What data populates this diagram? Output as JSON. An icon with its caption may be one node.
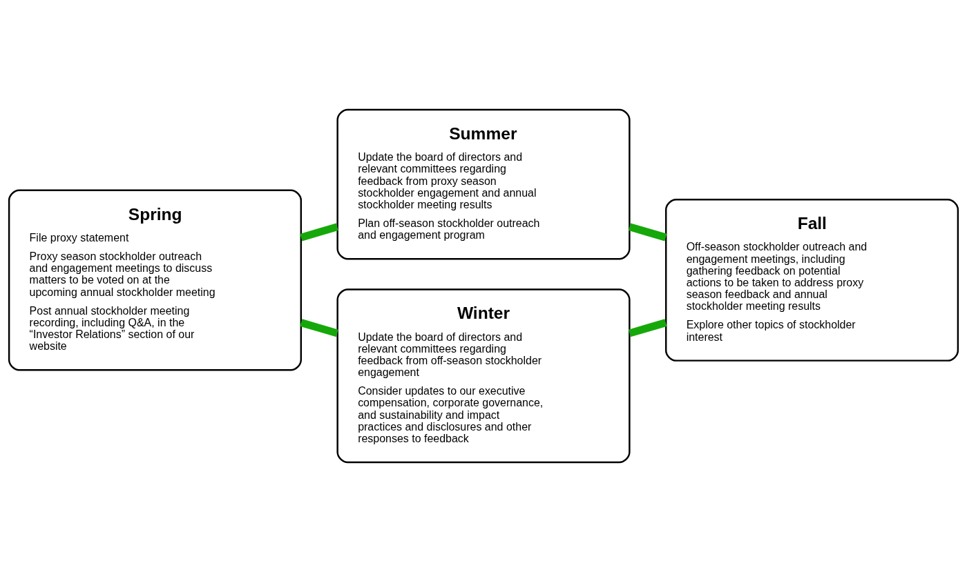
{
  "diagram": {
    "nodes": [
      {
        "text": [
          "Summer",
          "Update the board of directors and relevant committees regarding feedback from proxy season stockholder engagement and annual stockholder meeting results",
          "Plan off-season stockholder outreach and engagement program"
        ]
      },
      {
        "text": [
          "Spring",
          "File proxy statement",
          "Proxy season stockholder outreach and engagement meetings to discuss matters to be voted on at the upcoming annual stockholder meeting",
          "Post annual stockholder meeting recording, including Q&A, in the “Investor Relations” section of our website"
        ]
      },
      {
        "text": [
          "Fall",
          "Off-season stockholder outreach and engagement meetings, including gathering feedback on potential actions to be taken to address proxy season feedback and annual stockholder meeting results",
          "Explore other topics of stockholder interest"
        ]
      },
      {
        "text": [
          "Winter",
          "Update the board of directors and relevant committees regarding feedback from off-season stockholder engagement",
          "Consider updates to our executive compensation, corporate governance, and sustainability and impact practices and disclosures and other responses to feedback"
        ]
      }
    ],
    "edges": [
      {
        "from": 1,
        "to": 0,
        "arrow": "none"
      },
      {
        "from": 0,
        "to": 2,
        "arrow": "none"
      },
      {
        "from": 2,
        "to": 3,
        "arrow": "none"
      },
      {
        "from": 3,
        "to": 1,
        "arrow": "none"
      }
    ]
  }
}
